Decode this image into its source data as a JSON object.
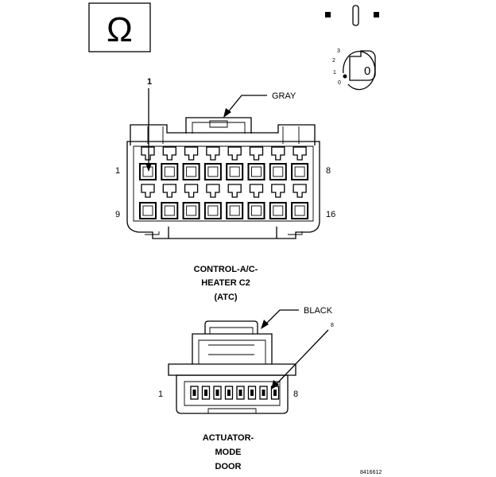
{
  "symbol": {
    "text": "Ω",
    "icon": "omega-icon"
  },
  "legend_marks": {
    "icons": [
      "square-dot-icon",
      "vertical-slot-icon",
      "square-dot-icon"
    ]
  },
  "key_icon": {
    "positions": [
      "3",
      "2",
      "1",
      "0"
    ],
    "cylinder_label": "0"
  },
  "connector_c2": {
    "callout_number": "1",
    "color_label": "GRAY",
    "pin_first_top": "1",
    "pin_last_top": "8",
    "pin_first_bottom": "9",
    "pin_last_bottom": "16",
    "name_lines": [
      "CONTROL-A/C-",
      "HEATER C2",
      "(ATC)"
    ]
  },
  "connector_actuator": {
    "color_label": "BLACK",
    "callout_number": "8",
    "pin_first": "1",
    "pin_last": "8",
    "name_lines": [
      "ACTUATOR-",
      "MODE",
      "DOOR"
    ]
  },
  "figure_id": "8416612"
}
